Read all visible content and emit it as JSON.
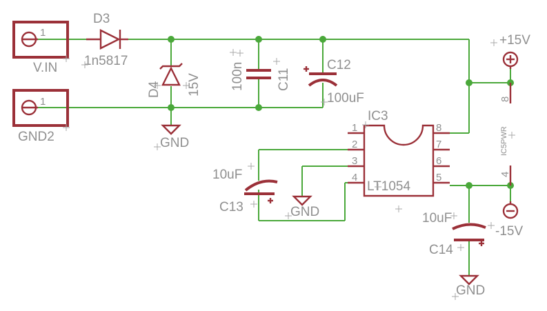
{
  "colors": {
    "wire": "#4aa83a",
    "symbol": "#9b3038",
    "label": "#8f8f8f",
    "junction": "#4aa83a",
    "background": "#ffffff"
  },
  "connectors": {
    "vin": {
      "pin": "1",
      "name": "V.IN"
    },
    "gnd": {
      "pin": "1",
      "name": "GND2"
    }
  },
  "diodes": {
    "d3": {
      "name": "D3",
      "value": "1n5817"
    },
    "d4": {
      "name": "D4",
      "value": "15V"
    }
  },
  "capacitors": {
    "c11": {
      "name": "C11",
      "value": "100n"
    },
    "c12": {
      "name": "C12",
      "value": "100uF"
    },
    "c13": {
      "name": "C13",
      "value": "10uF"
    },
    "c14": {
      "name": "C14",
      "value": "10uF"
    }
  },
  "ic": {
    "name": "IC3",
    "part": "LT1054",
    "pins_left": [
      "1",
      "2",
      "3",
      "4"
    ],
    "pins_right": [
      "8",
      "7",
      "6",
      "5"
    ]
  },
  "power": {
    "name": "IC5PWR",
    "pin_top": "8",
    "pin_bottom": "4",
    "pos_label": "+15V",
    "neg_label": "-15V"
  },
  "grounds": [
    "GND",
    "GND",
    "GND"
  ]
}
